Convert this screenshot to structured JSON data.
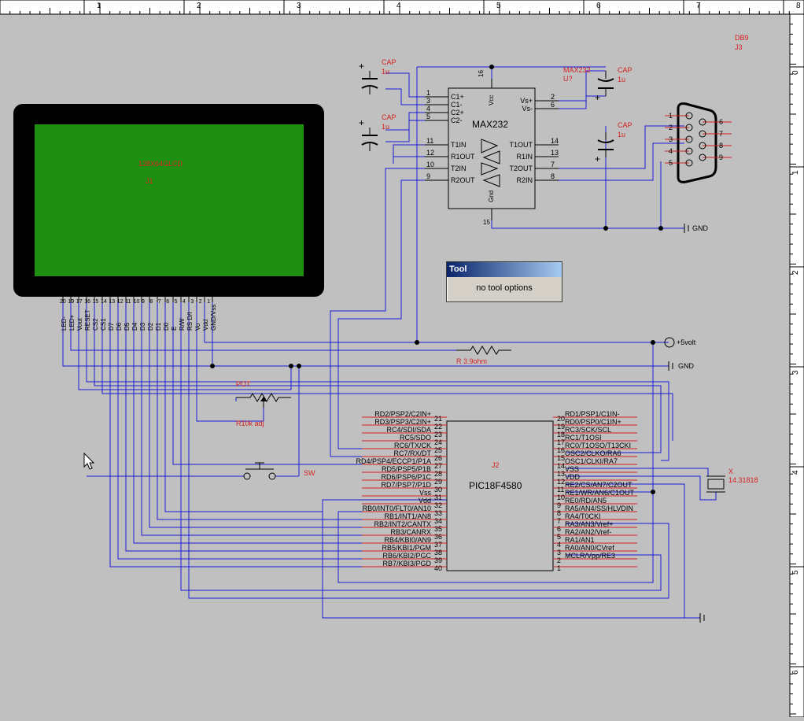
{
  "colors": {
    "wire": "#1a1ad6",
    "label": "#d42020",
    "black": "#000000",
    "lcd_screen": "#1f8f12",
    "bg": "#c0c0c0"
  },
  "ruler": {
    "top": [
      "1",
      "2",
      "3",
      "4",
      "5",
      "6",
      "7",
      "8"
    ],
    "right": [
      "0",
      "1",
      "2",
      "3",
      "4",
      "5",
      "6"
    ]
  },
  "tool_panel": {
    "title": "Tool",
    "text": "no tool options"
  },
  "db9": {
    "ref": "DB9",
    "id": "J3",
    "pins_left": [
      "1",
      "2",
      "3",
      "4",
      "5"
    ],
    "pins_right": [
      "6",
      "7",
      "8",
      "9"
    ]
  },
  "max232": {
    "name": "MAX232",
    "ref": "MAX232",
    "id": "U?",
    "vcc_pin": "16",
    "vcc": "Vcc",
    "gnd": "Gnd",
    "gnd_pin": "15",
    "left_pins": [
      [
        "1",
        "C1+"
      ],
      [
        "3",
        "C1-"
      ],
      [
        "4",
        "C2+"
      ],
      [
        "5",
        "C2-"
      ],
      [
        "11",
        "T1IN"
      ],
      [
        "12",
        "R1OUT"
      ],
      [
        "10",
        "T2IN"
      ],
      [
        "9",
        "R2OUT"
      ]
    ],
    "right_pins": [
      [
        "2",
        "Vs+"
      ],
      [
        "6",
        "Vs-"
      ],
      [
        "14",
        "T1OUT"
      ],
      [
        "13",
        "R1IN"
      ],
      [
        "7",
        "T2OUT"
      ],
      [
        "8",
        "R2IN"
      ]
    ]
  },
  "caps": [
    {
      "ref": "CAP",
      "val": "1u"
    },
    {
      "ref": "CAP",
      "val": "1u"
    },
    {
      "ref": "CAP",
      "val": "1u"
    },
    {
      "ref": "CAP",
      "val": "1u"
    }
  ],
  "lcd": {
    "name": "128X64GLCD",
    "id": "J1",
    "pins": [
      "LED-",
      "LED+",
      "Vout",
      "RESET",
      "CS2",
      "CS1",
      "D7",
      "D6",
      "D5",
      "D4",
      "D3",
      "D2",
      "D1",
      "D0",
      "E",
      "R/W",
      "RS D/I",
      "Vo",
      "Vdd",
      "GND/Vss"
    ],
    "pin_numbers": [
      "20",
      "19",
      "17",
      "16",
      "15",
      "14",
      "13",
      "12",
      "11",
      "10",
      "9",
      "8",
      "7",
      "6",
      "5",
      "4",
      "3",
      "2",
      "1"
    ]
  },
  "power": {
    "vcc_label": "+5volt",
    "gnd_label": "GND",
    "gnd2_label": "GND"
  },
  "resistor": {
    "label": "R 3.9ohm"
  },
  "pot": {
    "ref": "POT",
    "label": "R10k adj"
  },
  "switch": {
    "label": "SW"
  },
  "crystal": {
    "ref": "X",
    "val": "14.31818"
  },
  "pic": {
    "name": "PIC18F4580",
    "id": "J2",
    "left": [
      [
        "RD2/PSP2/C2IN+",
        "21"
      ],
      [
        "RD3/PSP3/C2IN+",
        "22"
      ],
      [
        "RC4/SDI/SDA",
        "23"
      ],
      [
        "RC5/SDO",
        "24"
      ],
      [
        "RC6/TX/CK",
        "25"
      ],
      [
        "RC7/RX/DT",
        "26"
      ],
      [
        "RD4/PSP4/ECCP1/P1A",
        "27"
      ],
      [
        "RD5/PSP5/P1B",
        "28"
      ],
      [
        "RD6/PSP6/P1C",
        "29"
      ],
      [
        "RD7/PSP7/P1D",
        "30"
      ],
      [
        "Vss",
        "31"
      ],
      [
        "Vdd",
        "32"
      ],
      [
        "RB0/INT0/FLT0/AN10",
        "33"
      ],
      [
        "RB1/INT1/AN8",
        "34"
      ],
      [
        "RB2/INT2/CANTX",
        "35"
      ],
      [
        "RB3/CANRX",
        "36"
      ],
      [
        "RB4/KBI0/AN9",
        "37"
      ],
      [
        "RB5/KBI1/PGM",
        "38"
      ],
      [
        "RB6/KBI2/PGC",
        "39"
      ],
      [
        "RB7/KBI3/PGD",
        "40"
      ]
    ],
    "right": [
      [
        "RD1/PSP1/C1IN-",
        "20"
      ],
      [
        "RD0/PSP0/C1IN+",
        "19"
      ],
      [
        "RC3/SCK/SCL",
        "18"
      ],
      [
        "RC1/T1OSI",
        "17"
      ],
      [
        "RC0/T1OSO/T13CKI",
        "16"
      ],
      [
        "OSC2/CLKO/RA6",
        "15"
      ],
      [
        "OSC1/CLKI/RA7",
        "14"
      ],
      [
        "VSS",
        "13"
      ],
      [
        "VDD",
        "12"
      ],
      [
        "RE2/CS/AN7/C2OUT",
        "11"
      ],
      [
        "RE1/WR/AN6/C1OUT",
        "10"
      ],
      [
        "RE0/RD/AN5",
        "9"
      ],
      [
        "RA5/AN4/SS/HLVDIN",
        "8"
      ],
      [
        "RA4/T0CKI",
        "7"
      ],
      [
        "RA3/AN3/Vref+",
        "6"
      ],
      [
        "RA2/AN2/Vref-",
        "5"
      ],
      [
        "RA1/AN1",
        "4"
      ],
      [
        "RA0/AN0/CVref",
        "3"
      ],
      [
        "MCLR/Vpp/RE3",
        "2"
      ],
      [
        "",
        "1"
      ]
    ]
  }
}
